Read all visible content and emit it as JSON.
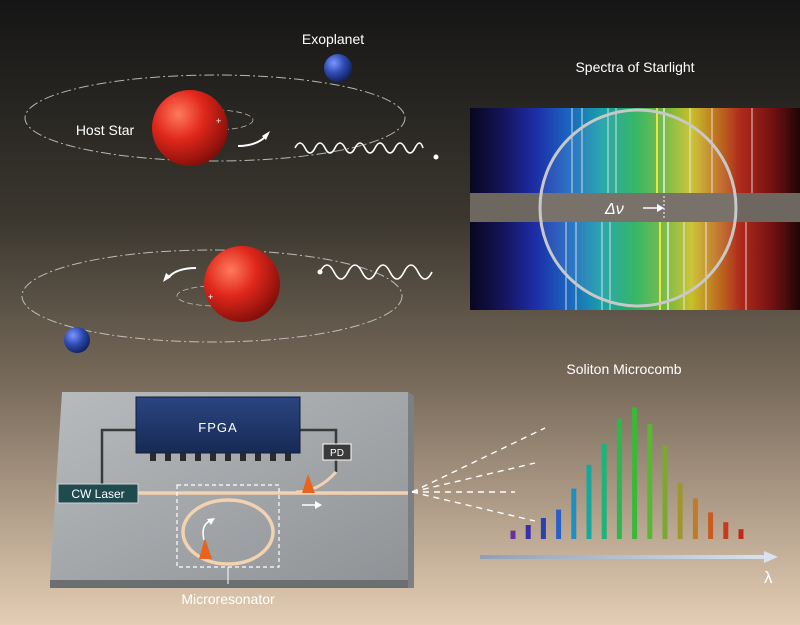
{
  "labels": {
    "exoplanet": "Exoplanet",
    "host_star": "Host Star",
    "spectra_title": "Spectra of Starlight",
    "delta_nu": "Δν",
    "soliton_title": "Soliton Microcomb",
    "fpga": "FPGA",
    "pd": "PD",
    "cw_laser": "CW Laser",
    "microresonator": "Microresonator",
    "lambda": "λ"
  },
  "colors": {
    "star": "#e0271b",
    "planet": "#2d4bb0",
    "fpga": "#1f3566",
    "laser_box": "#1e4a50",
    "chip": "#a9acae"
  },
  "comb": {
    "lines": [
      {
        "height": 0.06,
        "color": "#6b2fa0"
      },
      {
        "height": 0.1,
        "color": "#3a2fa8"
      },
      {
        "height": 0.15,
        "color": "#2a3fb0"
      },
      {
        "height": 0.21,
        "color": "#2a5ec8"
      },
      {
        "height": 0.36,
        "color": "#1f8ec0"
      },
      {
        "height": 0.53,
        "color": "#14a8a0"
      },
      {
        "height": 0.68,
        "color": "#1cb47a"
      },
      {
        "height": 0.86,
        "color": "#2cb84c"
      },
      {
        "height": 0.94,
        "color": "#3ab838"
      },
      {
        "height": 0.82,
        "color": "#58b830"
      },
      {
        "height": 0.67,
        "color": "#7aa830"
      },
      {
        "height": 0.4,
        "color": "#a09630"
      },
      {
        "height": 0.29,
        "color": "#c07a28"
      },
      {
        "height": 0.19,
        "color": "#c85a22"
      },
      {
        "height": 0.12,
        "color": "#c83a1e"
      },
      {
        "height": 0.07,
        "color": "#c02a1e"
      }
    ]
  }
}
